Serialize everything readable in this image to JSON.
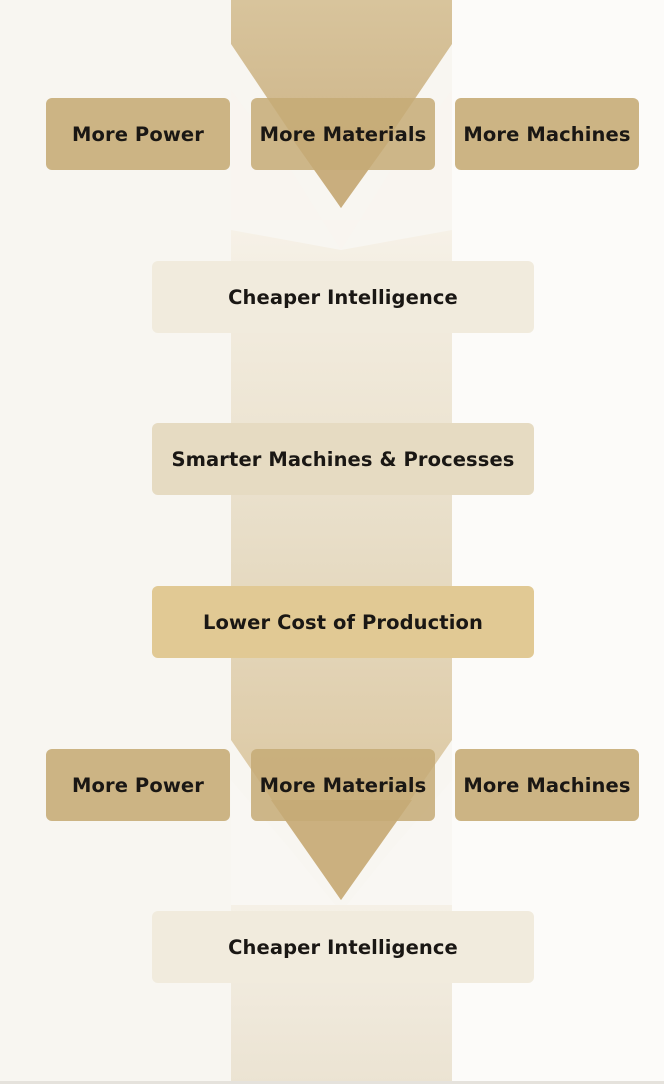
{
  "diagram": {
    "input_rows": [
      {
        "items": [
          {
            "label": "More Power"
          },
          {
            "label": "More Materials"
          },
          {
            "label": "More Machines"
          }
        ]
      },
      {
        "items": [
          {
            "label": "More Power"
          },
          {
            "label": "More Materials"
          },
          {
            "label": "More Machines"
          }
        ]
      }
    ],
    "stages": [
      {
        "label": "Cheaper Intelligence"
      },
      {
        "label": "Smarter Machines & Processes"
      },
      {
        "label": "Lower Cost of Production"
      },
      {
        "label": "Cheaper Intelligence"
      }
    ],
    "colors": {
      "flow_dark": "#cdb585",
      "flow_light": "#efe8da",
      "input_box": "#ccb484",
      "stage_light": "#f1ebdd",
      "stage_mid": "#e6dbc2",
      "stage_gold": "#e1c994"
    }
  }
}
